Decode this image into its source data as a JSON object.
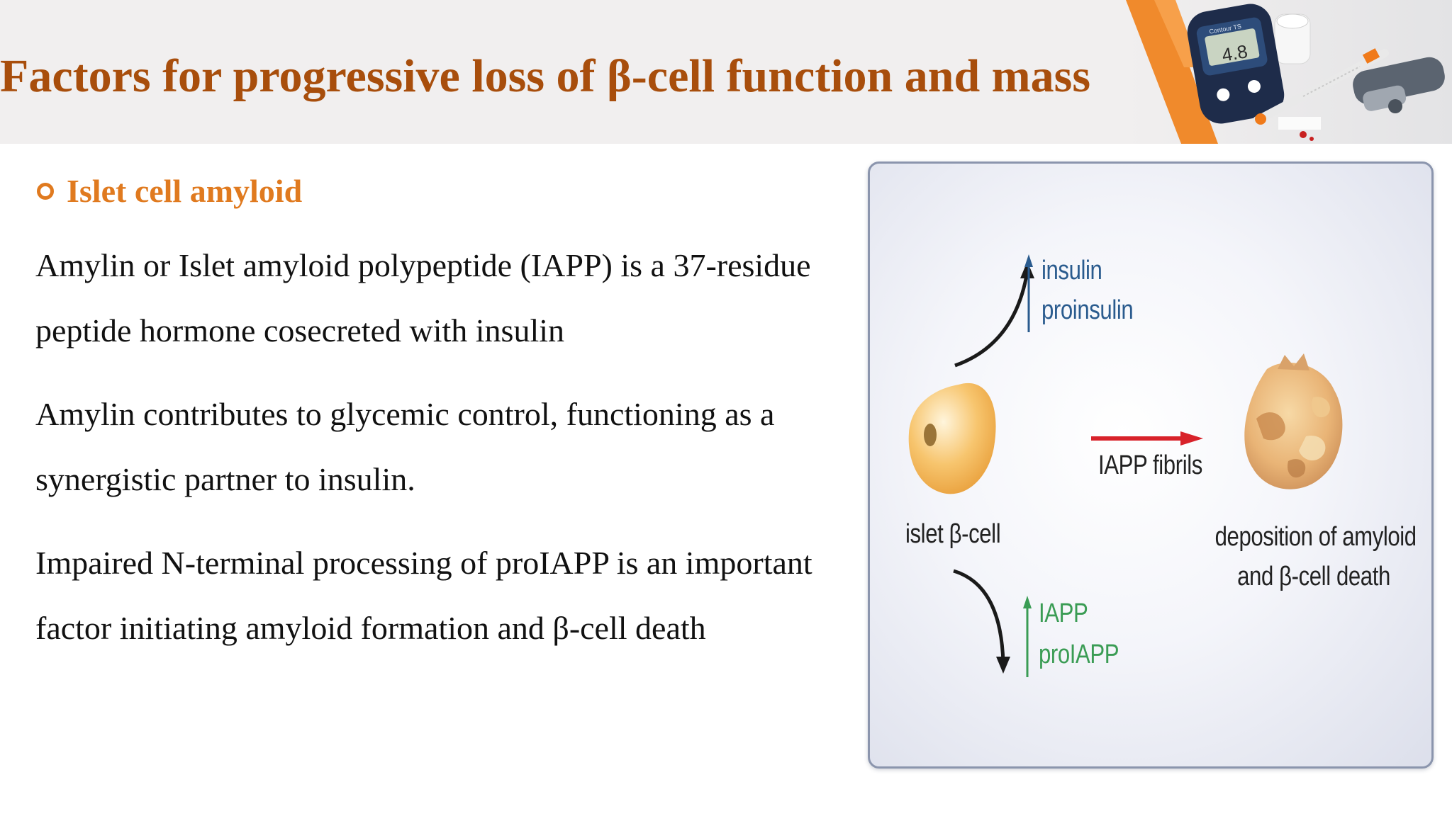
{
  "header": {
    "title": "Factors for progressive loss of β-cell function and mass",
    "glucometer_reading": "4.8",
    "glucometer_brand": "Contour TS",
    "accent_color": "#f08a2c",
    "title_color": "#a84e0c"
  },
  "content": {
    "bullet_heading": "Islet cell amyloid",
    "paragraphs": [
      "Amylin or Islet amyloid polypeptide (IAPP) is a 37-residue peptide hormone cosecreted with insulin",
      "Amylin contributes to glycemic control, functioning as a synergistic partner to insulin.",
      "Impaired N-terminal processing of proIAPP is an important factor initiating amyloid formation and β-cell death"
    ]
  },
  "figure": {
    "insulin": "insulin",
    "proinsulin": "proinsulin",
    "islet_cell": "islet β-cell",
    "iapp_fibrils": "IAPP fibrils",
    "deposition_line1": "deposition of amyloid",
    "deposition_line2": "and β-cell death",
    "iapp": "IAPP",
    "proiapp": "proIAPP",
    "colors": {
      "up_blue": "#2a5b8e",
      "up_green": "#3a9c54",
      "fibril_red": "#d8222a",
      "cell": "#f5bb5a"
    }
  }
}
